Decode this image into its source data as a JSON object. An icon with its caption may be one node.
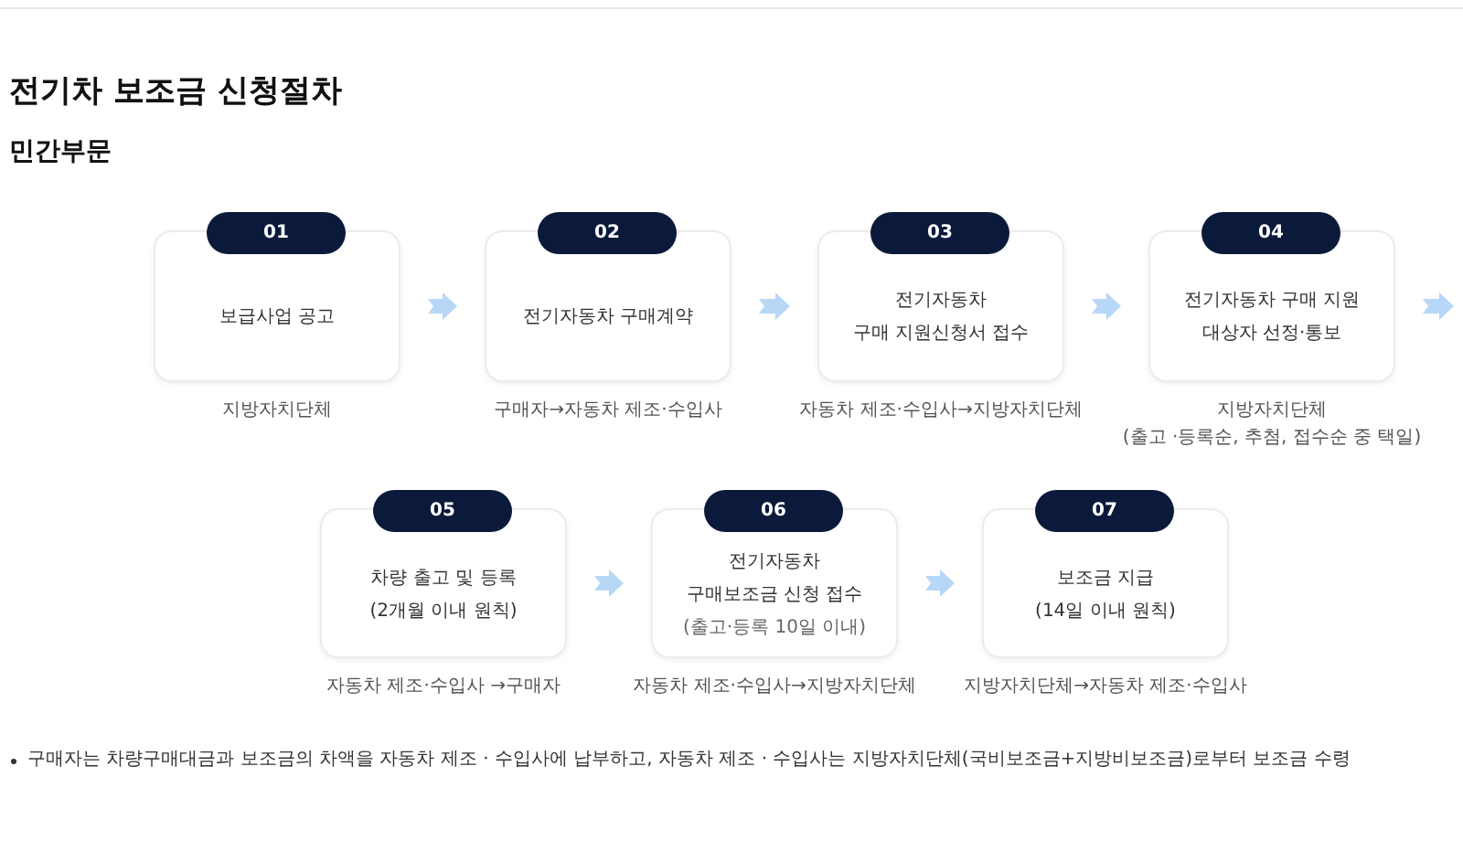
{
  "diagram": {
    "title": "전기차 보조금 신청절차",
    "nodes": [
      {
        "text": [
          "01",
          "보급사업 공고"
        ],
        "beside": [
          "지방자치단체"
        ]
      },
      {
        "text": [
          "02",
          "전기자동차 구매계약"
        ],
        "beside": [
          "구매자→자동차 제조·수입사"
        ]
      },
      {
        "text": [
          "03",
          "전기자동차 구매 지원신청서 접수"
        ],
        "beside": [
          "자동차 제조·수입사→지방자치단체"
        ]
      },
      {
        "text": [
          "04",
          "전기자동차 구매 지원 대상자 선정·통보"
        ],
        "beside": [
          "지방자치단체 (출고 ·등록순, 추첨, 접수순 중 택일)"
        ]
      },
      {
        "text": [
          "05",
          "차량 출고 및 등록 (2개월 이내 원칙)"
        ],
        "beside": [
          "자동차 제조·수입사 →구매자"
        ]
      },
      {
        "text": [
          "06",
          "전기자동차 구매보조금 신청 접수",
          "(출고·등록 10일 이내)"
        ],
        "beside": [
          "자동차 제조·수입사→지방자치단체"
        ]
      },
      {
        "text": [
          "07",
          "보조금 지급 (14일 이내 원칙)"
        ],
        "beside": [
          "지방자치단체→자동차 제조·수입사"
        ]
      }
    ],
    "edges": [
      {
        "from": 0,
        "to": 1,
        "arrow": "to"
      },
      {
        "from": 1,
        "to": 2,
        "arrow": "to"
      },
      {
        "from": 2,
        "to": 3,
        "arrow": "to"
      },
      {
        "from": 3,
        "to": null,
        "arrow": "to"
      },
      {
        "from": 4,
        "to": 5,
        "arrow": "to"
      },
      {
        "from": 5,
        "to": 6,
        "arrow": "to"
      }
    ],
    "labels": [
      "민간부문",
      "구매자는 차량구매대금과 보조금의 차액을 자동차 제조 · 수입사에 납부하고, 자동차 제조 · 수입사는 지방자치단체(국비보조금+지방비보조금)로부터 보조금 수령"
    ]
  }
}
